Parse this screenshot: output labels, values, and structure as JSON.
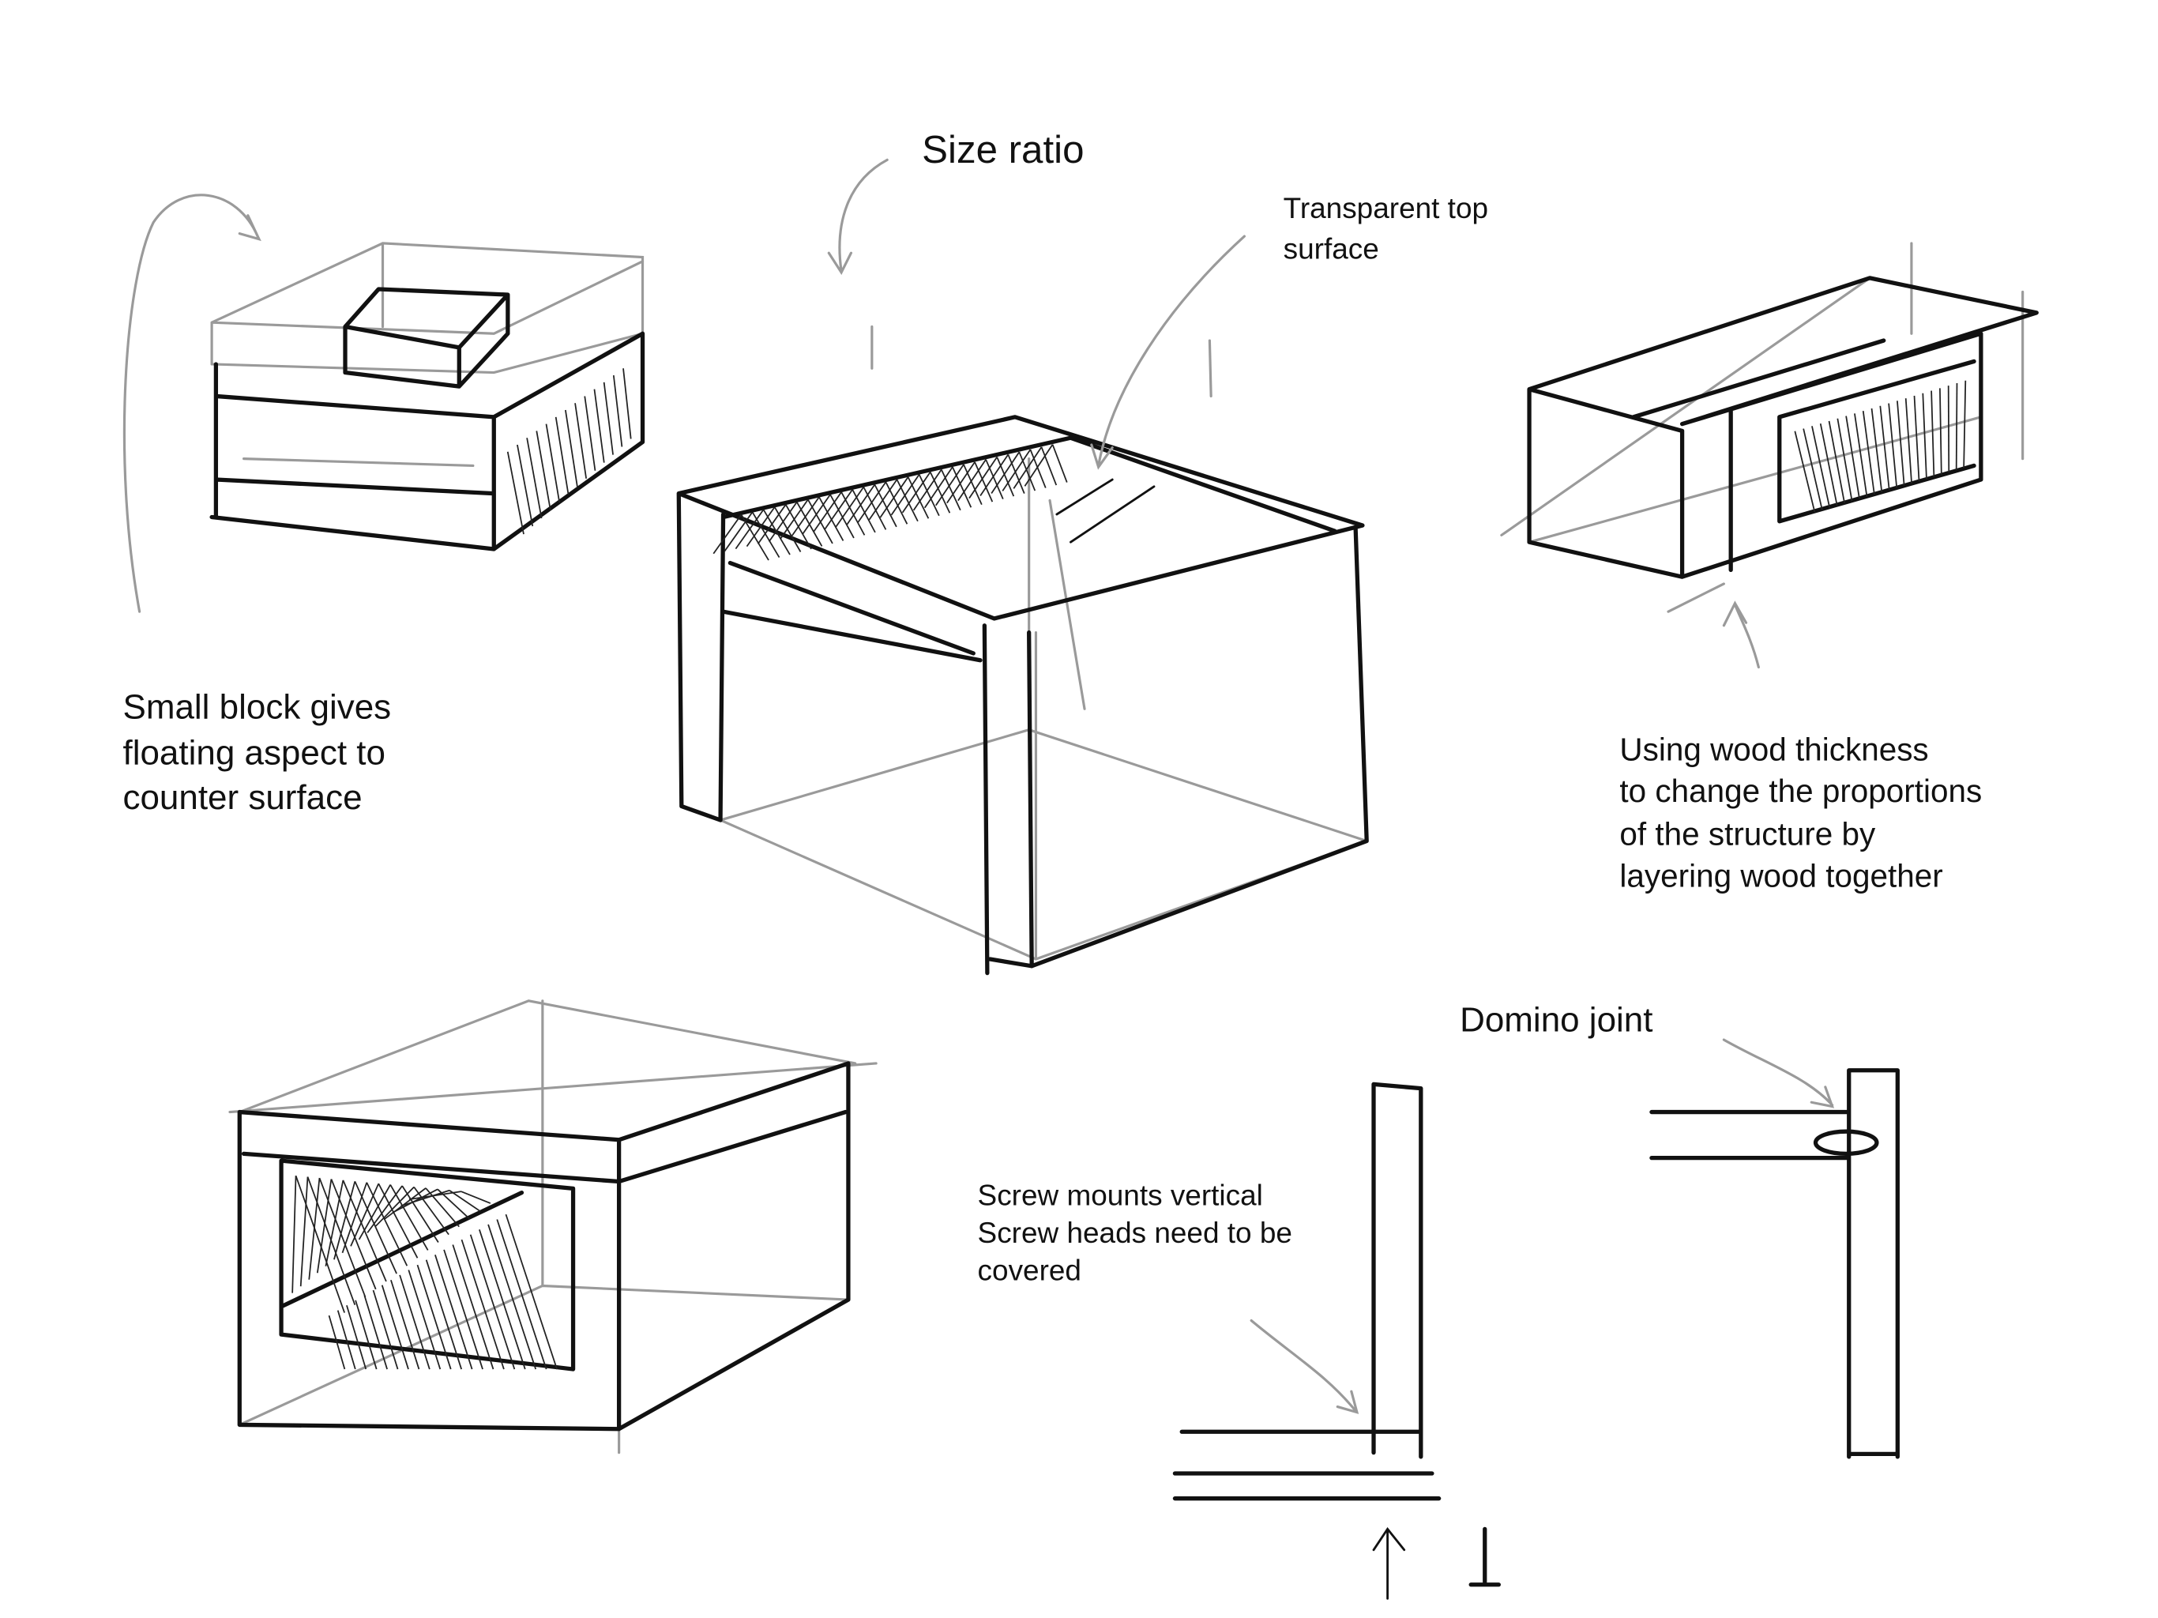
{
  "annotations": {
    "size_ratio": "Size ratio",
    "transparent_top": [
      "Transparent top",
      "surface"
    ],
    "small_block": [
      "Small block gives",
      "floating aspect to",
      "counter surface"
    ],
    "wood_thickness": [
      "Using wood thickness",
      "to change the proportions",
      "of the structure by",
      "layering wood together"
    ],
    "domino_joint": "Domino joint",
    "screw_mounts": [
      "Screw mounts vertical",
      "Screw heads need to be",
      "covered"
    ]
  },
  "colors": {
    "ink": "#111111",
    "guide": "#9a9a9a",
    "background": "#ffffff"
  }
}
